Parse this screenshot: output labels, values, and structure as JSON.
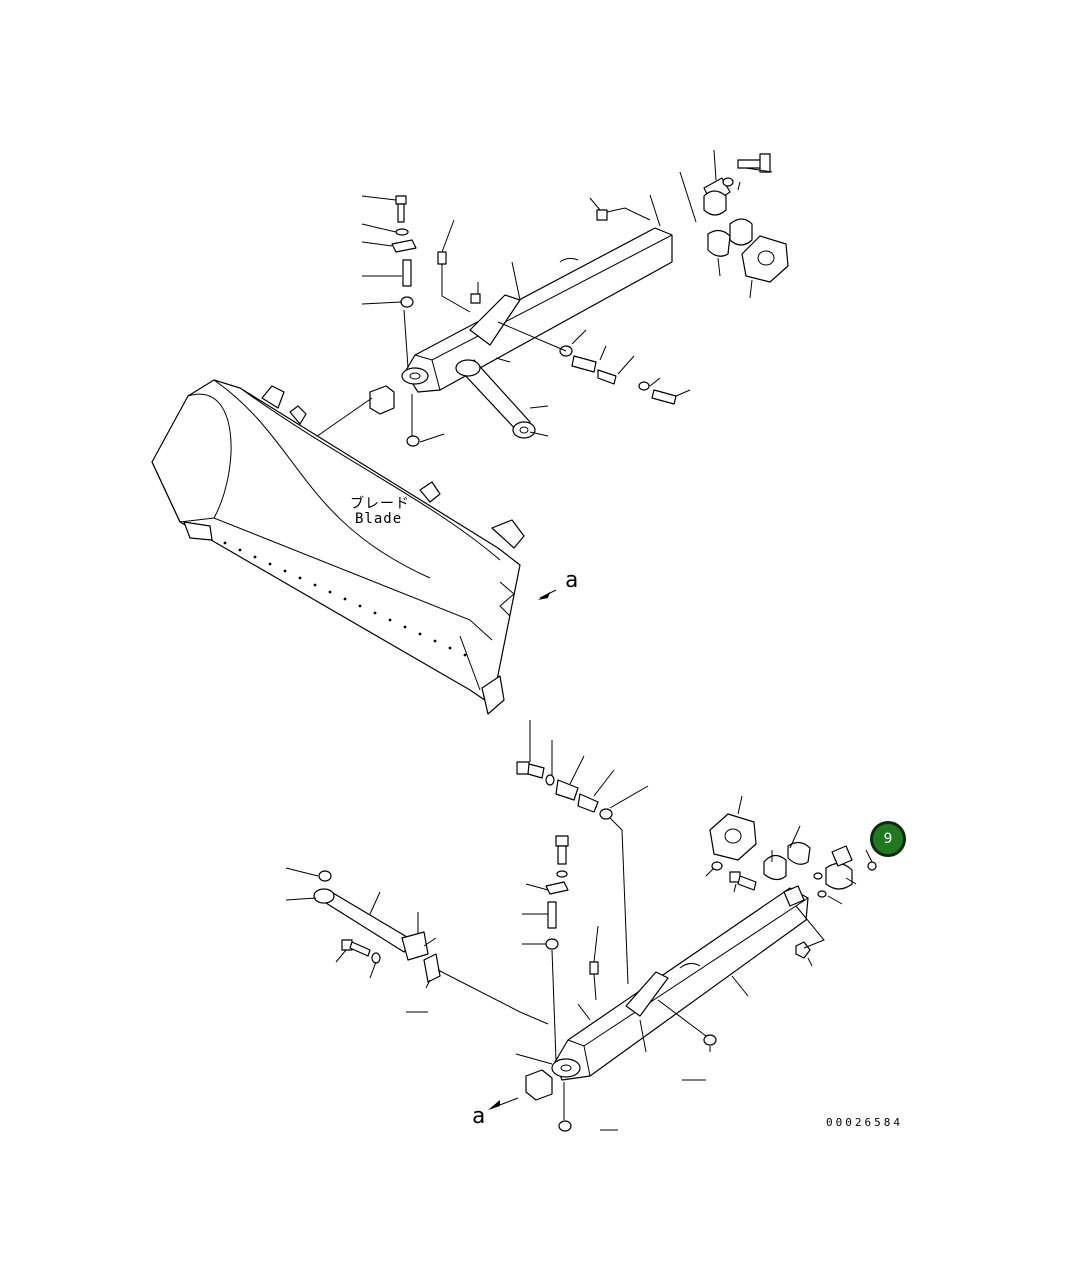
{
  "labels": {
    "blade_jp": "ブレード",
    "blade_en": "Blade",
    "ref_upper": "a",
    "ref_lower": "a",
    "drawing_number": "00026584"
  },
  "callout": {
    "number": "9",
    "color": "#1f7a1f"
  }
}
